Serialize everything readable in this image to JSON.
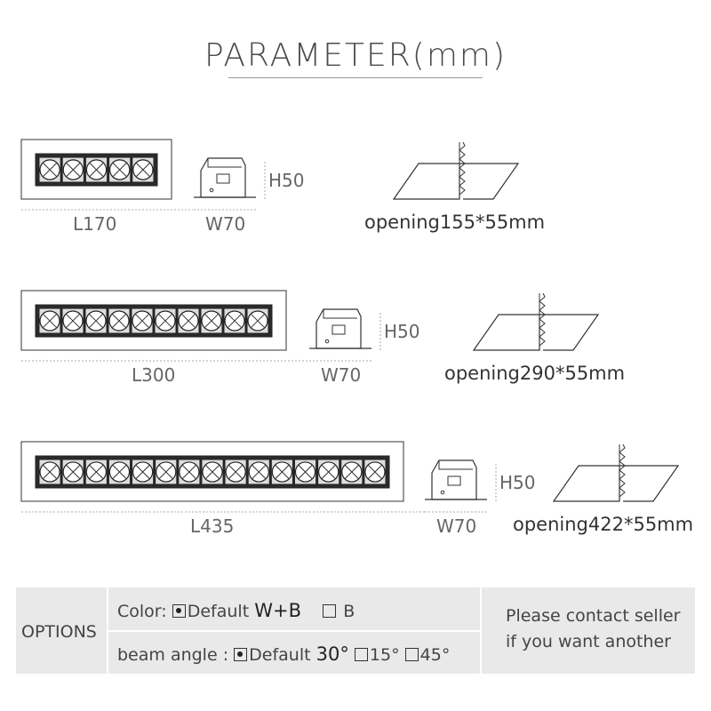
{
  "title": "PARAMETER(mm)",
  "products": [
    {
      "length_label": "L170",
      "width_label": "W70",
      "height_label": "H50",
      "opening_label": "opening155*55mm",
      "led_count": 5
    },
    {
      "length_label": "L300",
      "width_label": "W70",
      "height_label": "H50",
      "opening_label": "opening290*55mm",
      "led_count": 10
    },
    {
      "length_label": "L435",
      "width_label": "W70",
      "height_label": "H50",
      "opening_label": "opening422*55mm",
      "led_count": 15
    }
  ],
  "options": {
    "header": "OPTIONS",
    "color": {
      "prefix": "Color:",
      "default_label": "Default",
      "default_value": "W+B",
      "alt_value": "B",
      "default_checked": true
    },
    "beam": {
      "prefix": "beam angle :",
      "default_label": "Default",
      "default_value": "30°",
      "alt1": "15°",
      "alt2": "45°"
    },
    "note_line1": "Please contact seller",
    "note_line2": "if you want another"
  }
}
